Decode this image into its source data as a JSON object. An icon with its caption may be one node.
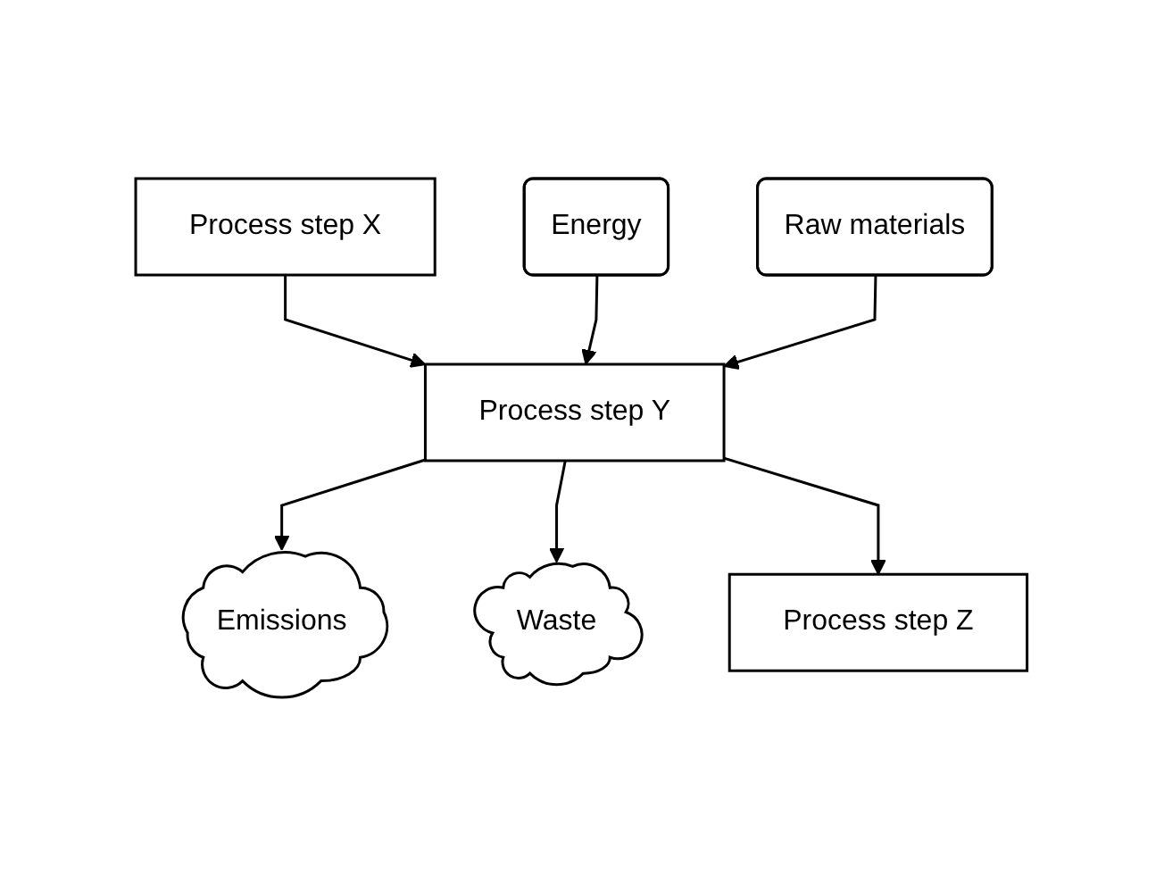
{
  "diagram": {
    "nodes": [
      {
        "text": [
          "Process step X"
        ]
      },
      {
        "text": [
          "Energy"
        ]
      },
      {
        "text": [
          "Raw materials"
        ]
      },
      {
        "text": [
          "Process step Y"
        ]
      },
      {
        "text": [
          "Emissions"
        ]
      },
      {
        "text": [
          "Waste"
        ]
      },
      {
        "text": [
          "Process step Z"
        ]
      }
    ],
    "edges": [
      {
        "from": 0,
        "to": 3,
        "arrow": "to"
      },
      {
        "from": 1,
        "to": 3,
        "arrow": "to"
      },
      {
        "from": 2,
        "to": 3,
        "arrow": "to"
      },
      {
        "from": 3,
        "to": 4,
        "arrow": "to"
      },
      {
        "from": 3,
        "to": 5,
        "arrow": "to"
      },
      {
        "from": 3,
        "to": 6,
        "arrow": "to"
      }
    ]
  }
}
